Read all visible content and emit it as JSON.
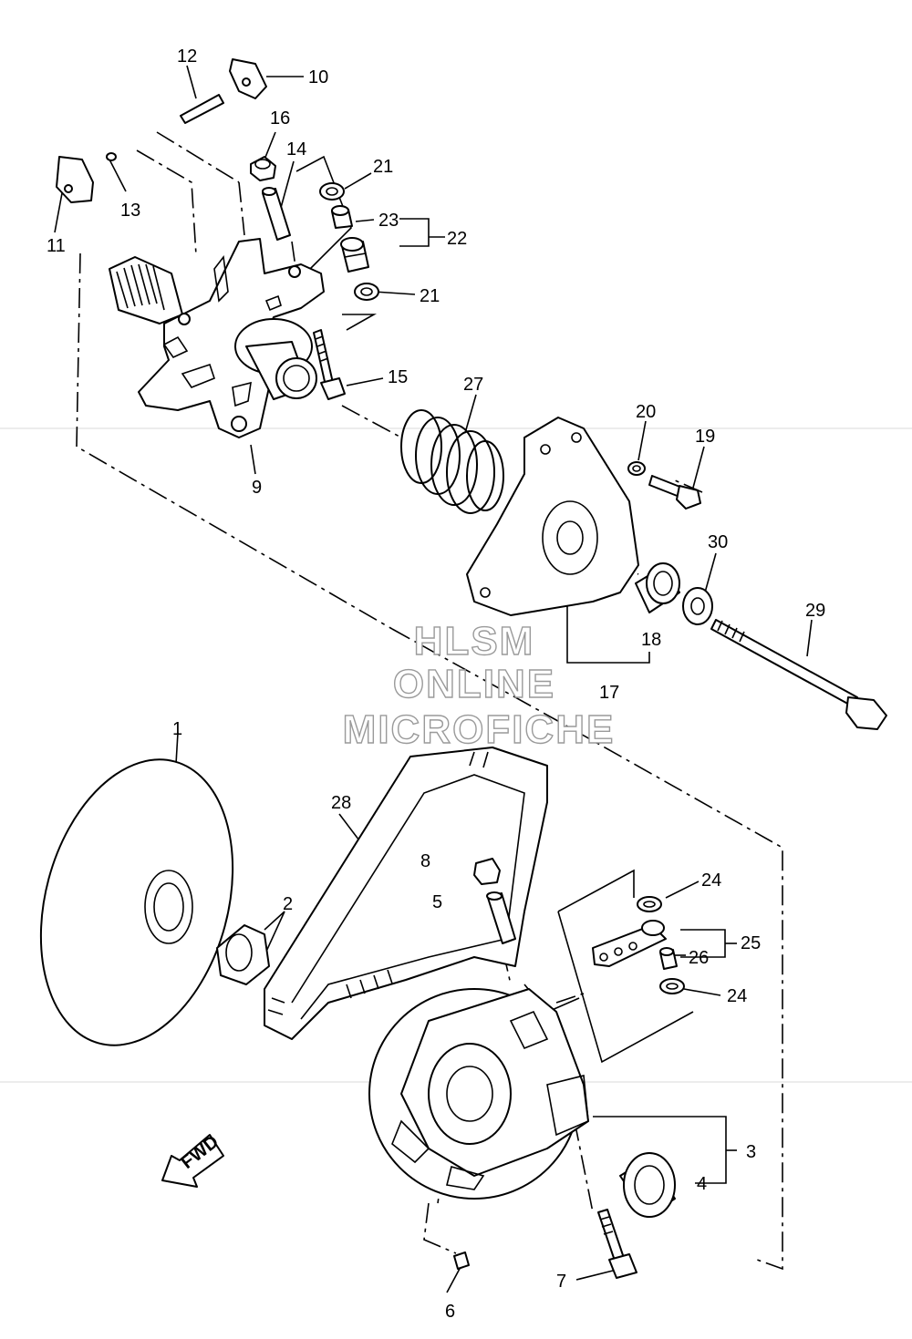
{
  "watermark": {
    "line1": "HLSM",
    "line2": "ONLINE",
    "line3": "MICROFICHE"
  },
  "direction_arrow": "FWD",
  "part_labels": {
    "p1": "1",
    "p2": "2",
    "p3": "3",
    "p4": "4",
    "p5": "5",
    "p6": "6",
    "p7": "7",
    "p8": "8",
    "p9": "9",
    "p10": "10",
    "p11": "11",
    "p12": "12",
    "p13": "13",
    "p14": "14",
    "p15": "15",
    "p16": "16",
    "p17": "17",
    "p18": "18",
    "p19": "19",
    "p20": "20",
    "p21a": "21",
    "p21b": "21",
    "p22": "22",
    "p23": "23",
    "p24a": "24",
    "p24b": "24",
    "p25": "25",
    "p26": "26",
    "p27": "27",
    "p28": "28",
    "p29": "29",
    "p30": "30"
  }
}
